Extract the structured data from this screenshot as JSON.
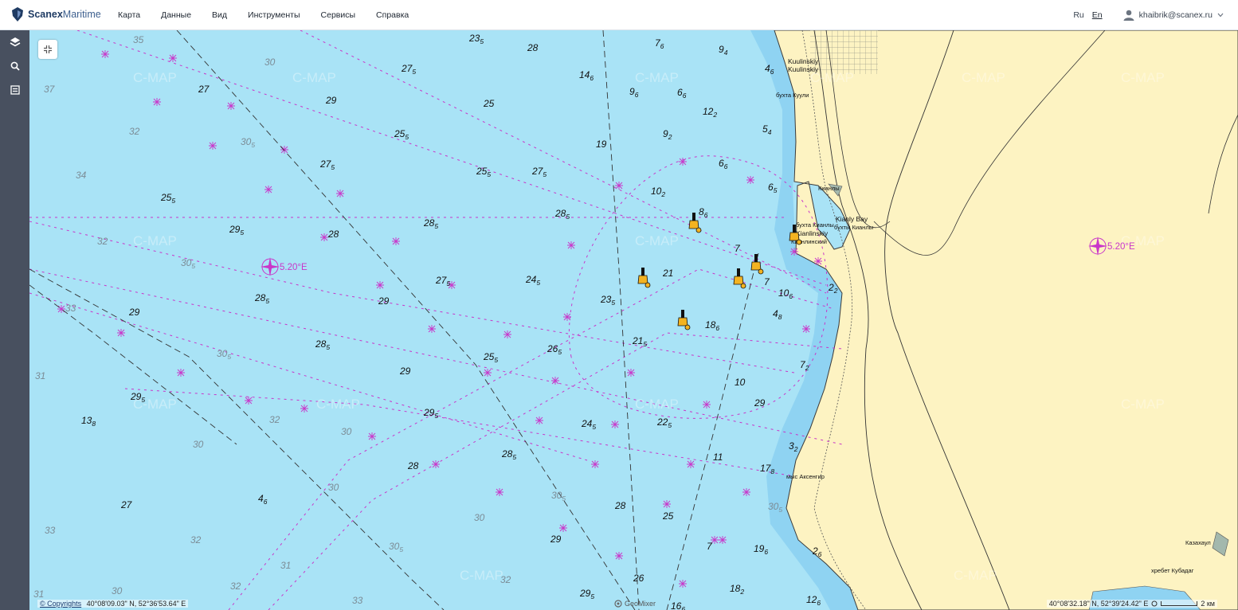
{
  "app": {
    "brand_bold": "Scanex",
    "brand_light": "Maritime",
    "colors": {
      "brand": "#1f3b63",
      "water": "#a9e3f6",
      "shallow": "#8fd3f2",
      "land": "#fdf3c2",
      "route": "#c936c9"
    }
  },
  "menu": [
    {
      "label": "Карта"
    },
    {
      "label": "Данные"
    },
    {
      "label": "Вид"
    },
    {
      "label": "Инструменты"
    },
    {
      "label": "Сервисы"
    },
    {
      "label": "Справка"
    }
  ],
  "lang": {
    "ru": "Ru",
    "en": "En"
  },
  "user": {
    "email": "khaibrik@scanex.ru",
    "icon": "user-icon",
    "dropdown_icon": "chevron-down-icon"
  },
  "sidebar": [
    {
      "icon": "layers-icon"
    },
    {
      "icon": "search-icon"
    },
    {
      "icon": "list-icon"
    }
  ],
  "toolbar": {
    "collapse_icon": "collapse-icon"
  },
  "map": {
    "watermark": "C-MAP",
    "declination_left": "5.20°E",
    "declination_right": "5.20°E",
    "places": [
      {
        "text": "Kuulinskiy"
      },
      {
        "text": "Kuulinskiy"
      },
      {
        "text": "бухта Куули"
      },
      {
        "text": "Кианлы"
      },
      {
        "text": "Kianly Bay"
      },
      {
        "text": "бухта Кианлы"
      },
      {
        "text": "бухты Кианлы"
      },
      {
        "text": "Kianlinskiy"
      },
      {
        "text": "Кианлинский"
      },
      {
        "text": "мыс Аксенгир"
      },
      {
        "text": "Казахаул"
      },
      {
        "text": "хребет Кубадаг"
      }
    ],
    "soundings": [
      {
        "v": "35",
        "s": ""
      },
      {
        "v": "23",
        "s": "5"
      },
      {
        "v": "28",
        "s": ""
      },
      {
        "v": "7",
        "s": "6"
      },
      {
        "v": "9",
        "s": "4"
      },
      {
        "v": "30",
        "s": ""
      },
      {
        "v": "27",
        "s": "5"
      },
      {
        "v": "14",
        "s": "6"
      },
      {
        "v": "37",
        "s": ""
      },
      {
        "v": "27",
        "s": ""
      },
      {
        "v": "9",
        "s": "6"
      },
      {
        "v": "6",
        "s": "6"
      },
      {
        "v": "4",
        "s": "6"
      },
      {
        "v": "29",
        "s": ""
      },
      {
        "v": "25",
        "s": ""
      },
      {
        "v": "12",
        "s": "2"
      },
      {
        "v": "32",
        "s": ""
      },
      {
        "v": "25",
        "s": "5"
      },
      {
        "v": "9",
        "s": "2"
      },
      {
        "v": "5",
        "s": "4"
      },
      {
        "v": "19",
        "s": ""
      },
      {
        "v": "30",
        "s": "5"
      },
      {
        "v": "27",
        "s": "5"
      },
      {
        "v": "6",
        "s": "6"
      },
      {
        "v": "34",
        "s": ""
      },
      {
        "v": "25",
        "s": "5"
      },
      {
        "v": "27",
        "s": "5"
      },
      {
        "v": "10",
        "s": "2"
      },
      {
        "v": "6",
        "s": "5"
      },
      {
        "v": "25",
        "s": "5"
      },
      {
        "v": "8",
        "s": "6"
      },
      {
        "v": "28",
        "s": "5"
      },
      {
        "v": "28",
        "s": "5"
      },
      {
        "v": "29",
        "s": "5"
      },
      {
        "v": "32",
        "s": ""
      },
      {
        "v": "28",
        "s": ""
      },
      {
        "v": "7",
        "s": ""
      },
      {
        "v": "30",
        "s": "5"
      },
      {
        "v": "21",
        "s": ""
      },
      {
        "v": "27",
        "s": "5"
      },
      {
        "v": "24",
        "s": "5"
      },
      {
        "v": "7",
        "s": ""
      },
      {
        "v": "2",
        "s": "2"
      },
      {
        "v": "28",
        "s": "5"
      },
      {
        "v": "29",
        "s": ""
      },
      {
        "v": "23",
        "s": "5"
      },
      {
        "v": "10",
        "s": "6"
      },
      {
        "v": "33",
        "s": ""
      },
      {
        "v": "29",
        "s": ""
      },
      {
        "v": "4",
        "s": "8"
      },
      {
        "v": "18",
        "s": "6"
      },
      {
        "v": "21",
        "s": "5"
      },
      {
        "v": "28",
        "s": "5"
      },
      {
        "v": "26",
        "s": "5"
      },
      {
        "v": "30",
        "s": "5"
      },
      {
        "v": "25",
        "s": "5"
      },
      {
        "v": "7",
        "s": "2"
      },
      {
        "v": "29",
        "s": ""
      },
      {
        "v": "31",
        "s": ""
      },
      {
        "v": "10",
        "s": ""
      },
      {
        "v": "29",
        "s": "5"
      },
      {
        "v": "13",
        "s": "8"
      },
      {
        "v": "32",
        "s": ""
      },
      {
        "v": "29",
        "s": "5"
      },
      {
        "v": "29",
        "s": ""
      },
      {
        "v": "22",
        "s": "5"
      },
      {
        "v": "24",
        "s": "5"
      },
      {
        "v": "30",
        "s": ""
      },
      {
        "v": "30",
        "s": ""
      },
      {
        "v": "3",
        "s": "2"
      },
      {
        "v": "28",
        "s": "5"
      },
      {
        "v": "11",
        "s": ""
      },
      {
        "v": "17",
        "s": "8"
      },
      {
        "v": "28",
        "s": ""
      },
      {
        "v": "30",
        "s": ""
      },
      {
        "v": "30",
        "s": "5"
      },
      {
        "v": "28",
        "s": ""
      },
      {
        "v": "27",
        "s": ""
      },
      {
        "v": "4",
        "s": "6"
      },
      {
        "v": "30",
        "s": "5"
      },
      {
        "v": "30",
        "s": ""
      },
      {
        "v": "25",
        "s": ""
      },
      {
        "v": "33",
        "s": ""
      },
      {
        "v": "29",
        "s": ""
      },
      {
        "v": "32",
        "s": ""
      },
      {
        "v": "30",
        "s": "5"
      },
      {
        "v": "7",
        "s": ""
      },
      {
        "v": "19",
        "s": "6"
      },
      {
        "v": "2",
        "s": "6"
      },
      {
        "v": "31",
        "s": ""
      },
      {
        "v": "32",
        "s": ""
      },
      {
        "v": "30",
        "s": ""
      },
      {
        "v": "26",
        "s": ""
      },
      {
        "v": "29",
        "s": "5"
      },
      {
        "v": "18",
        "s": "2"
      },
      {
        "v": "31",
        "s": ""
      },
      {
        "v": "32",
        "s": ""
      },
      {
        "v": "33",
        "s": ""
      },
      {
        "v": "16",
        "s": "6"
      },
      {
        "v": "12",
        "s": "6"
      }
    ]
  },
  "status": {
    "copyrights": "© Copyrights",
    "coords_left": "40°08'09.03\" N, 52°36'53.64\" E",
    "geomixer": "GeoMixer",
    "coords_right": "40°08'32.18\" N, 52°39'24.42\" E",
    "scale": "2 км"
  }
}
